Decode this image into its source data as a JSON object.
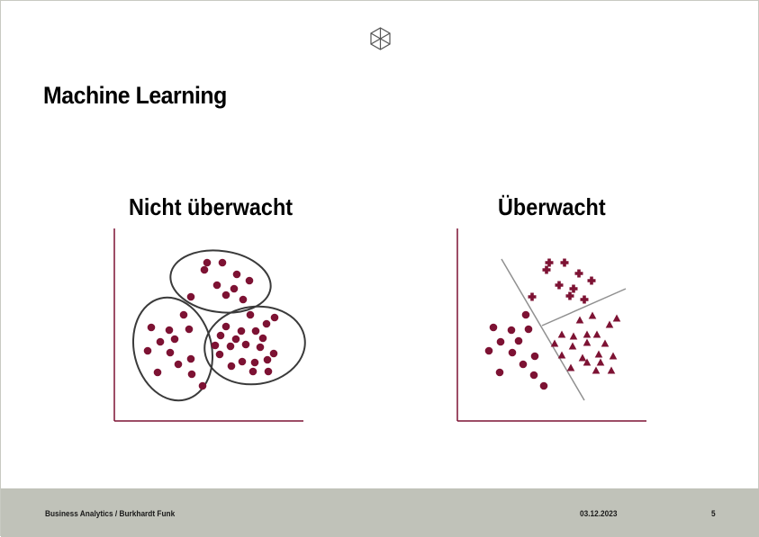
{
  "slide": {
    "title": "Machine Learning",
    "logo_icon": "cube-wireframe-icon"
  },
  "panels": {
    "unsupervised": {
      "title": "Nicht überwacht"
    },
    "supervised": {
      "title": "Überwacht"
    }
  },
  "colors": {
    "marker": "#7d1233",
    "axis": "#7d1233",
    "ellipse": "#3a3a3a",
    "divider": "#909090",
    "footer_bg": "#c0c2b9"
  },
  "footer": {
    "left": "Business Analytics / Burkhardt Funk",
    "date": "03.12.2023",
    "page": "5"
  }
}
